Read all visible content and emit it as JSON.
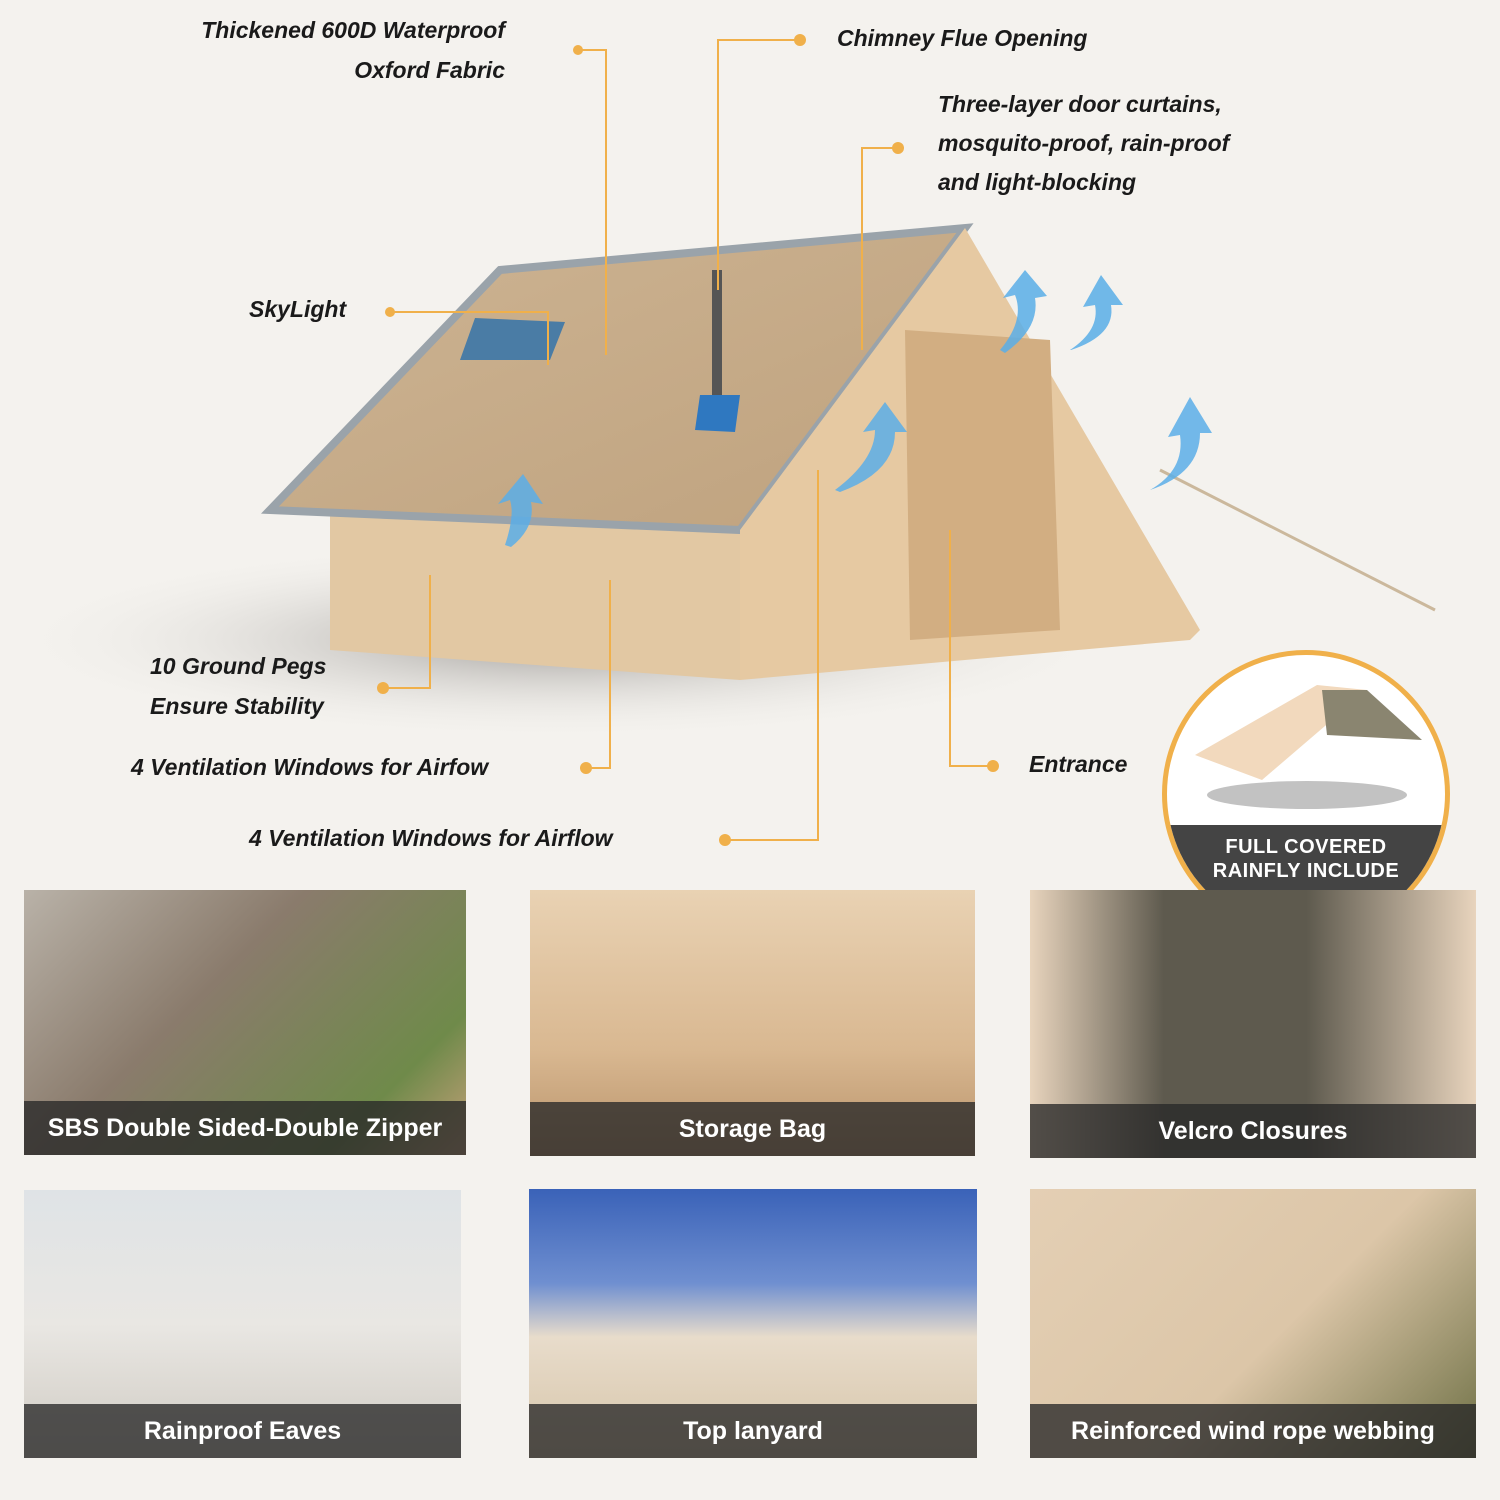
{
  "callouts": {
    "fabric": [
      "Thickened 600D Waterproof",
      "Oxford Fabric"
    ],
    "chimney": "Chimney Flue Opening",
    "door": [
      "Three-layer door curtains,",
      "mosquito-proof, rain-proof",
      "and light-blocking"
    ],
    "skylight": "SkyLight",
    "pegs": [
      "10 Ground Pegs",
      "Ensure Stability"
    ],
    "vent1": "4 Ventilation Windows for Airfow",
    "vent2": "4 Ventilation Windows for Airflow",
    "entrance": "Entrance"
  },
  "badge": {
    "line1": "FULL COVERED",
    "line2": "RAINFLY INCLUDE"
  },
  "tiles": [
    {
      "caption": "SBS Double Sided-Double Zipper"
    },
    {
      "caption": "Storage Bag"
    },
    {
      "caption": "Velcro Closures"
    },
    {
      "caption": "Rainproof Eaves"
    },
    {
      "caption": "Top lanyard"
    },
    {
      "caption": "Reinforced wind rope webbing"
    }
  ],
  "colors": {
    "accent": "#f0b04a",
    "background": "#f4f2ee",
    "tent": "#d9b88f",
    "airflow_arrow": "#5aaee8"
  }
}
